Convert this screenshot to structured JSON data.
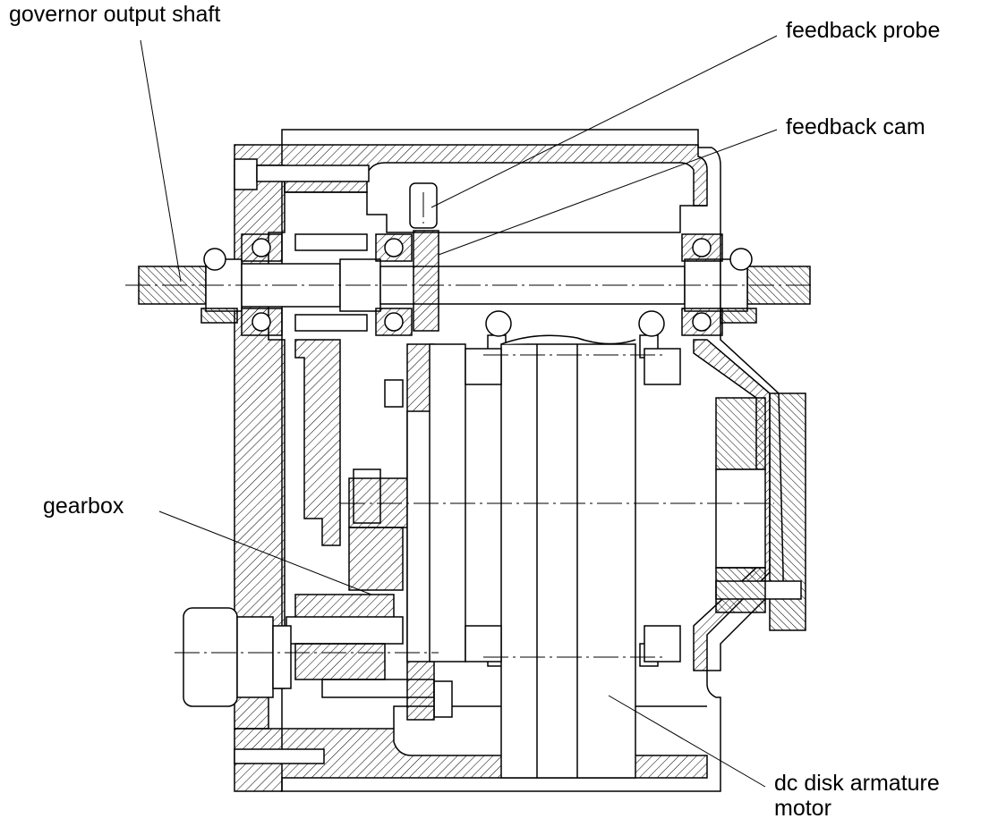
{
  "labels": {
    "governor_output_shaft": "governor output shaft",
    "feedback_probe": "feedback probe",
    "feedback_cam": "feedback cam",
    "gearbox": "gearbox",
    "dc_disk_armature_motor_line1": "dc disk armature",
    "dc_disk_armature_motor_line2": "motor"
  },
  "colors": {
    "ink": "#000000",
    "background": "#ffffff"
  }
}
